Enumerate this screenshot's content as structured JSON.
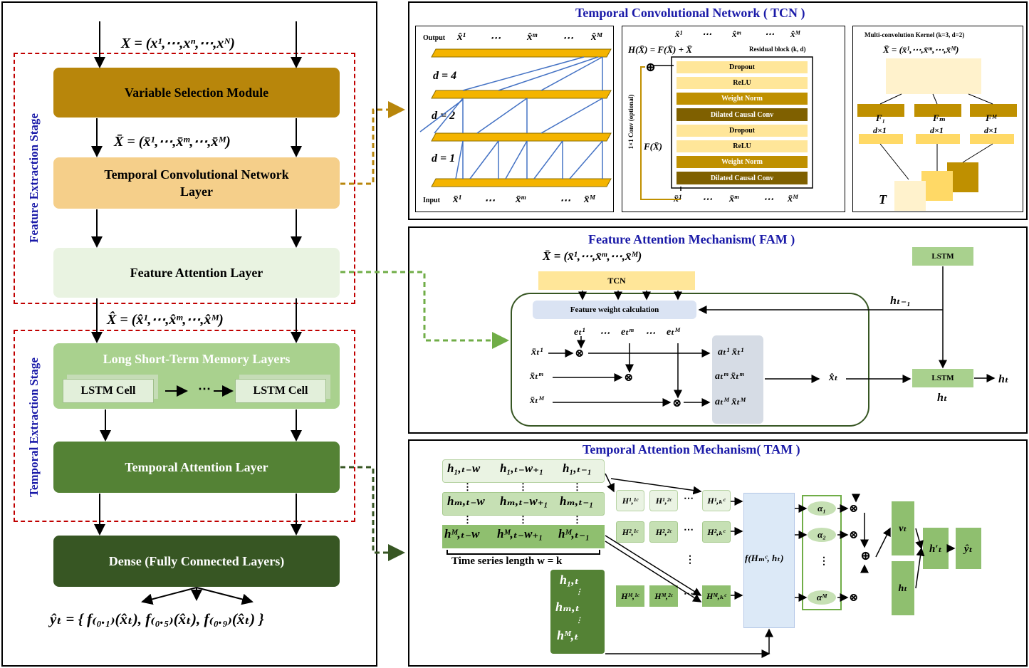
{
  "left": {
    "input_formula": "X = (x¹,⋯,xⁿ,⋯,xᴺ)",
    "stage_feature": "Feature Extraction Stage",
    "stage_temporal": "Temporal Extraction Stage",
    "vsm": "Variable Selection Module",
    "xbar_formula": "X̄ = (x̄¹,⋯,x̄ᵐ,⋯,x̄ᴹ)",
    "tcn_layer": "Temporal Convolutional Network Layer",
    "fal": "Feature Attention Layer",
    "xhat_formula": "X̂ = (x̂¹,⋯,x̂ᵐ,⋯,x̂ᴹ)",
    "lstm_layers": "Long Short-Term Memory Layers",
    "lstm_cell_1": "LSTM Cell",
    "lstm_dots": "⋯",
    "lstm_cell_2": "LSTM Cell",
    "tal": "Temporal Attention Layer",
    "dense": "Dense (Fully Connected Layers)",
    "output_formula": "ŷₜ = { f₍₀.₁₎(x̂ₜ), f₍₀.₅₎(x̂ₜ), f₍₀.₉₎(x̂ₜ) }"
  },
  "tcn": {
    "title": "Temporal  Convolutional Network ( TCN )",
    "output_label": "Output",
    "output_seq": [
      "x̂¹",
      "⋯",
      "x̂ᵐ",
      "⋯",
      "x̂ᴹ"
    ],
    "input_label": "Input",
    "input_seq": [
      "x̄¹",
      "⋯",
      "x̄ᵐ",
      "⋯",
      "x̄ᴹ"
    ],
    "d4": "d = 4",
    "d2": "d = 2",
    "d1": "d = 1",
    "res_top_seq": [
      "x̂¹",
      "⋯",
      "x̂ᵐ",
      "⋯",
      "x̂ᴹ"
    ],
    "h_formula": "H(X̄) = F(X̄) + X̄",
    "residual": "Residual block (k, d)",
    "layers": [
      "Dropout",
      "ReLU",
      "Weight Norm",
      "Dilated Causal Conv",
      "Dropout",
      "ReLU",
      "Weight Norm",
      "Dilated Causal Conv"
    ],
    "conv1x1": "1×1 Conv (optional)",
    "fx": "F(X̄)",
    "res_bottom_seq": [
      "x̄¹",
      "⋯",
      "x̄ᵐ",
      "⋯",
      "x̄ᴹ"
    ],
    "mck_title": "Multi-convolution Kernel (k=3, d=2)",
    "mck_formula": "X̄ = (x̄¹,⋯,x̄ᵐ,⋯,x̄ᴹ)",
    "kernels": [
      {
        "name": "F₁",
        "size": "d×1"
      },
      {
        "name": "Fₘ",
        "size": "d×1"
      },
      {
        "name": "Fᴹ",
        "size": "d×1"
      }
    ],
    "t_label": "T"
  },
  "fam": {
    "title": "Feature  Attention Mechanism( FAM )",
    "formula": "X̄ = (x̄¹,⋯,x̄ᵐ,⋯,x̄ᴹ)",
    "tcn": "TCN",
    "lstm_top": "LSTM",
    "h_prev": "hₜ₋₁",
    "fwc": "Feature weight calculation",
    "e_labels": [
      "eₜ¹",
      "⋯",
      "eₜᵐ",
      "⋯",
      "eₜᴹ"
    ],
    "inputs": [
      "x̄ₜ¹",
      "x̄ₜᵐ",
      "x̄ₜᴹ"
    ],
    "weighted": [
      "aₜ¹ x̄ₜ¹",
      "aₜᵐ x̄ₜᵐ",
      "aₜᴹ x̄ₜᴹ"
    ],
    "xhat": "x̂ₜ",
    "lstm_bottom": "LSTM",
    "ht_right": "hₜ",
    "ht_below": "hₜ"
  },
  "tam": {
    "title": "Temporal  Attention Mechanism( TAM )",
    "rows": [
      [
        "h₁,ₜ₋w",
        "h₁,ₜ₋w₊₁",
        "h₁,ₜ₋₁"
      ],
      [
        "hₘ,ₜ₋w",
        "hₘ,ₜ₋w₊₁",
        "hₘ,ₜ₋₁"
      ],
      [
        "hᴹ,ₜ₋w",
        "hᴹ,ₜ₋w₊₁",
        "hᴹ,ₜ₋₁"
      ]
    ],
    "ts_len": "Time series length w = k",
    "hcol": [
      "h₁,ₜ",
      "⋮",
      "hₘ,ₜ",
      "⋮",
      "hᴹ,ₜ"
    ],
    "hc_rows": [
      [
        "H¹,¹ᶜ",
        "H¹,²ᶜ",
        "⋯",
        "H¹,ₖᶜ"
      ],
      [
        "H²,¹ᶜ",
        "H²,²ᶜ",
        "⋯",
        "H²,ₖᶜ"
      ],
      [
        "Hᴹ,¹ᶜ",
        "Hᴹ,²ᶜ",
        "⋯",
        "Hᴹ,ₖᶜ"
      ]
    ],
    "f_label": "f(Hₘᶜ, hₜ)",
    "alphas": [
      "α₁",
      "α₂",
      "αᴹ"
    ],
    "v_label": "vₜ",
    "h_label": "hₜ",
    "h_prime": "h′ₜ",
    "y_hat": "ŷₜ"
  }
}
